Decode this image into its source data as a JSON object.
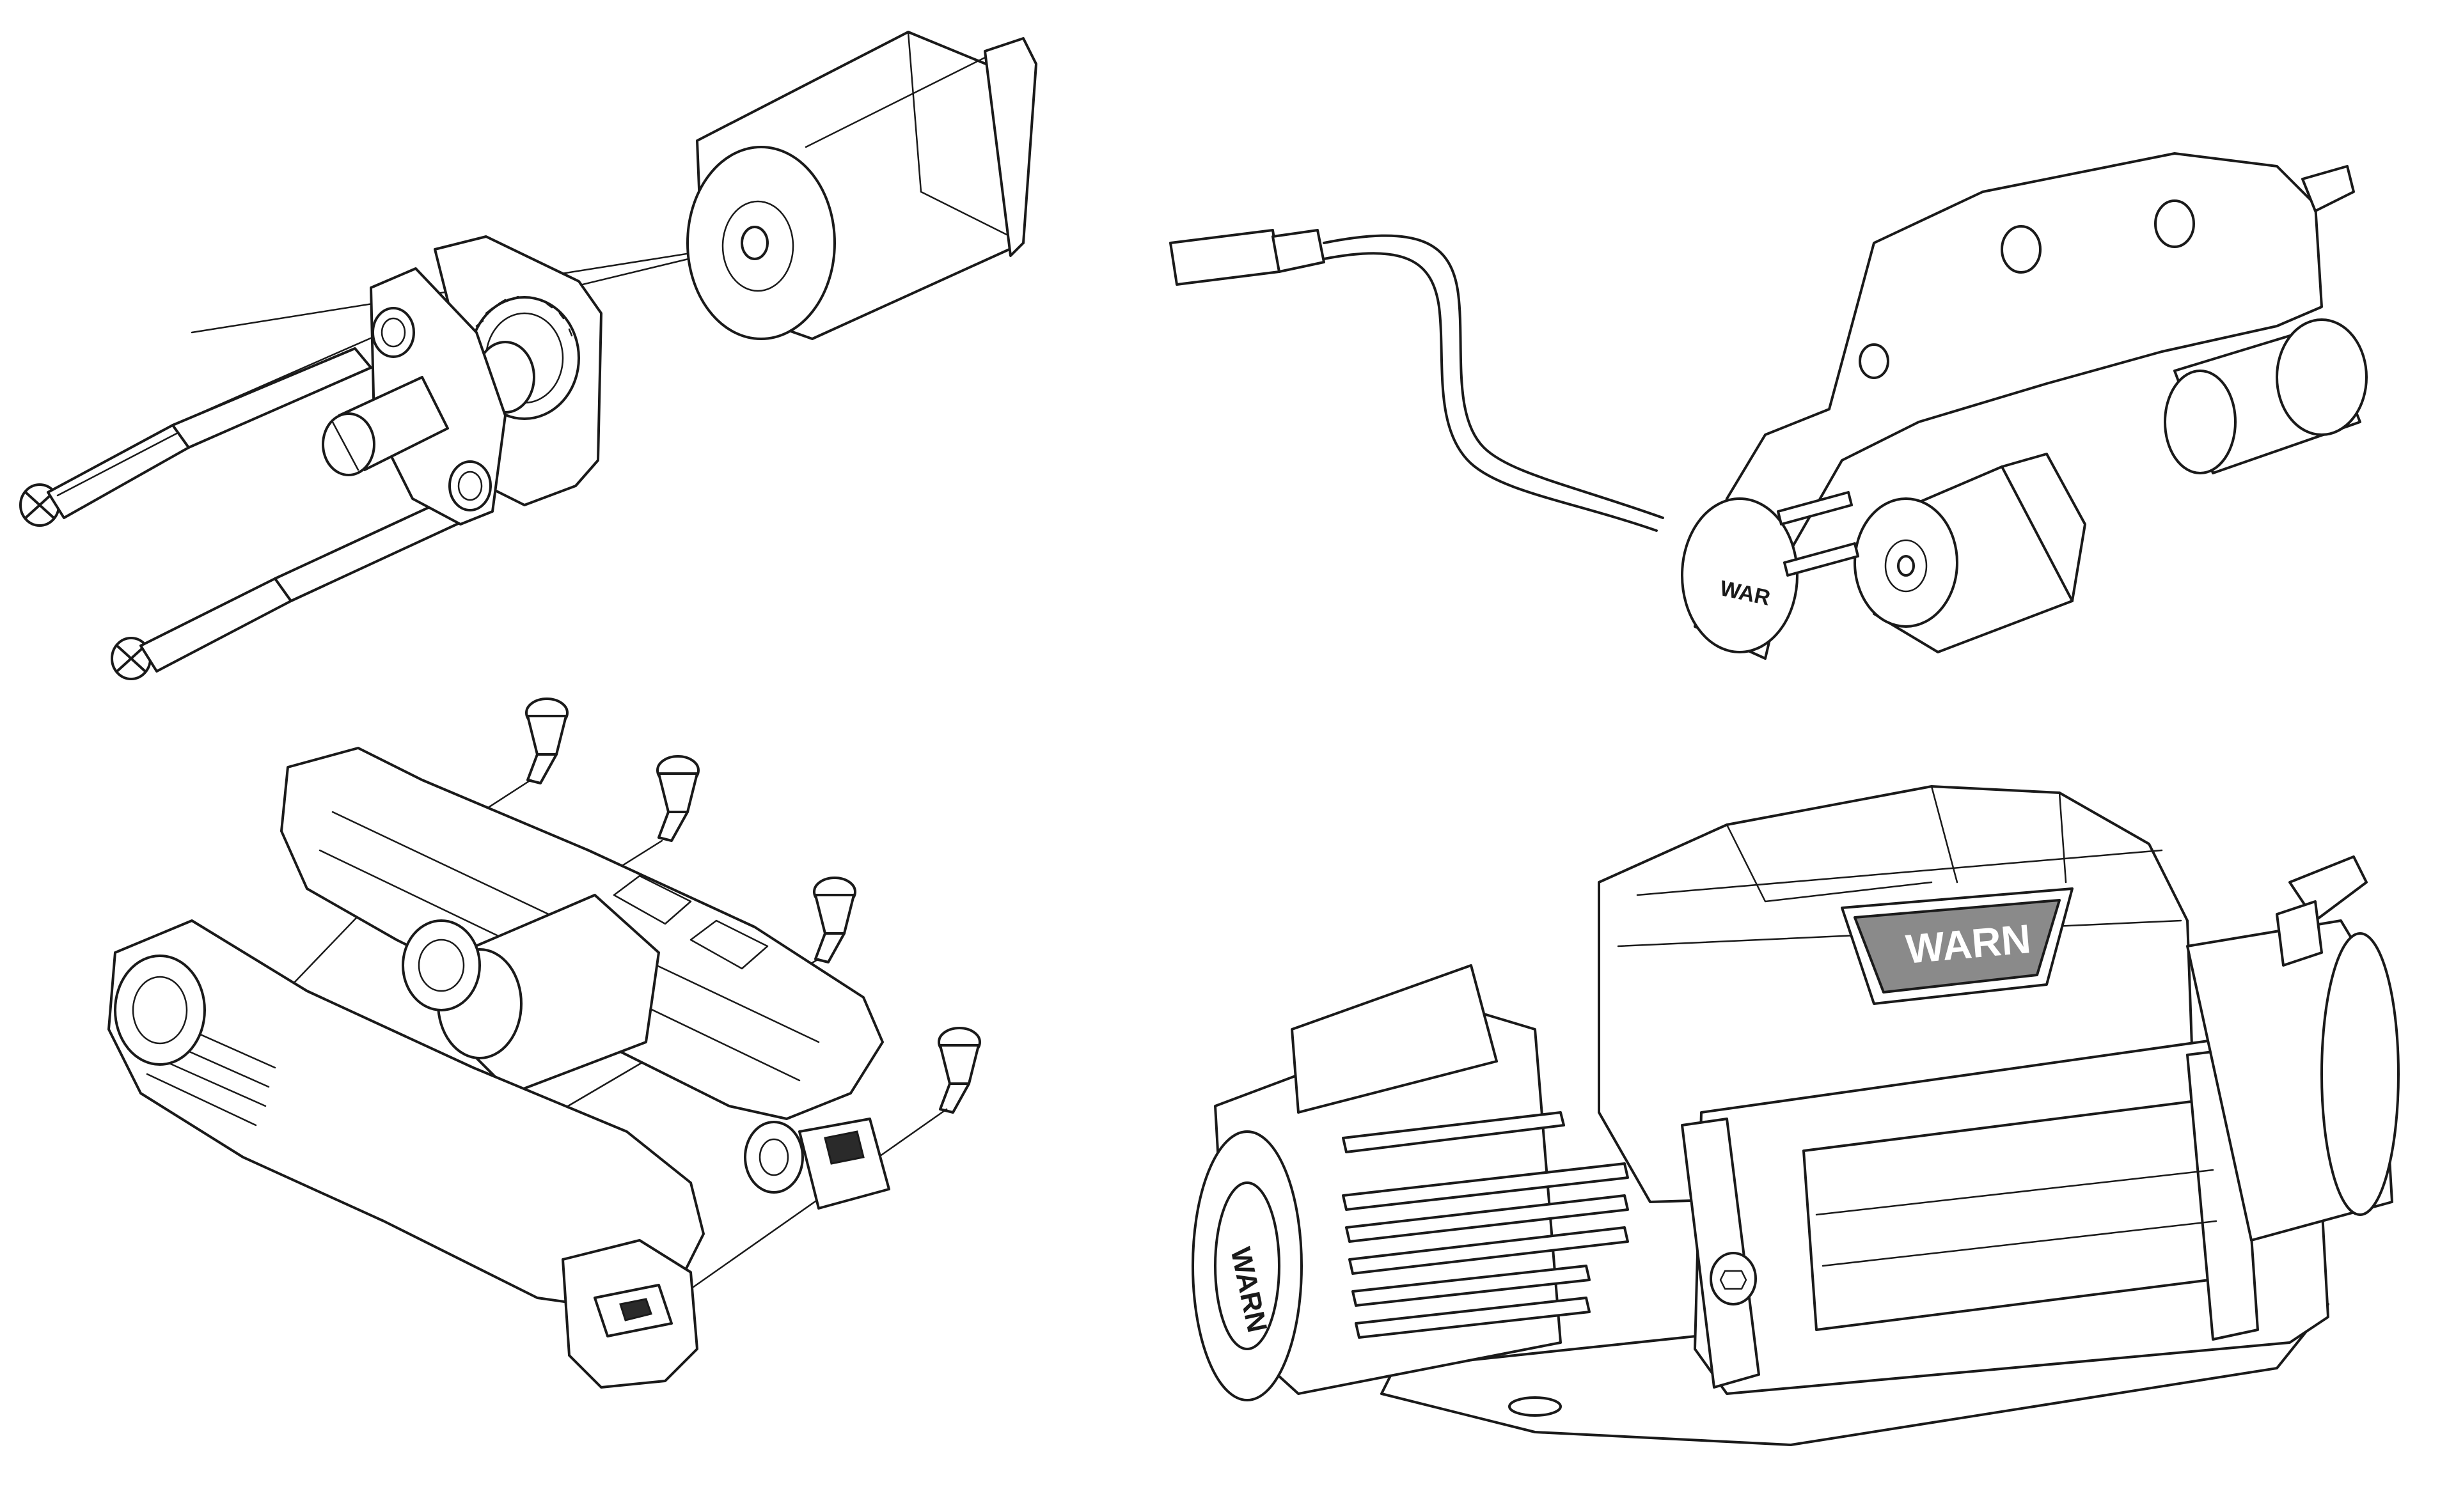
{
  "figures": [
    {
      "id": "gearbox-exploded"
    },
    {
      "id": "winch-internal-assembly"
    },
    {
      "id": "winch-housing-exploded"
    },
    {
      "id": "winch-assembled"
    }
  ],
  "brand": {
    "logo_text": "WARN",
    "logo_text_side": "WAR"
  },
  "colors": {
    "line": "#1a1a1a",
    "logo_fill": "#8a8a8a",
    "background": "#ffffff"
  }
}
